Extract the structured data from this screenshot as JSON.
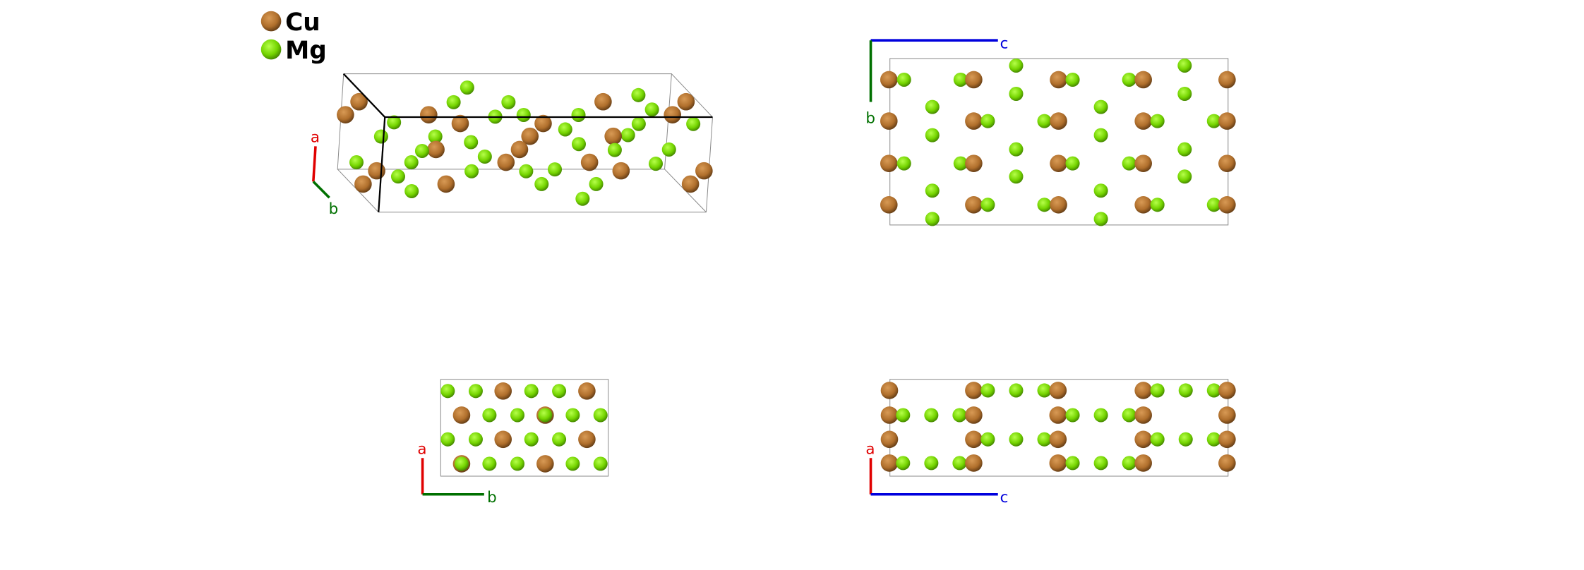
{
  "legend": [
    {
      "label": "Cu",
      "color": "#b5732f"
    },
    {
      "label": "Mg",
      "color": "#7ed321"
    }
  ],
  "colors": {
    "axis_a": "#e00000",
    "axis_b": "#007000",
    "axis_c": "#0000dd"
  },
  "views": {
    "perspective": {
      "axis1": "a",
      "axis2": "b"
    },
    "view_bc": {
      "axis1": "c",
      "axis2": "b"
    },
    "view_ab": {
      "axis1": "a",
      "axis2": "b"
    },
    "view_ac": {
      "axis1": "a",
      "axis2": "c"
    }
  }
}
